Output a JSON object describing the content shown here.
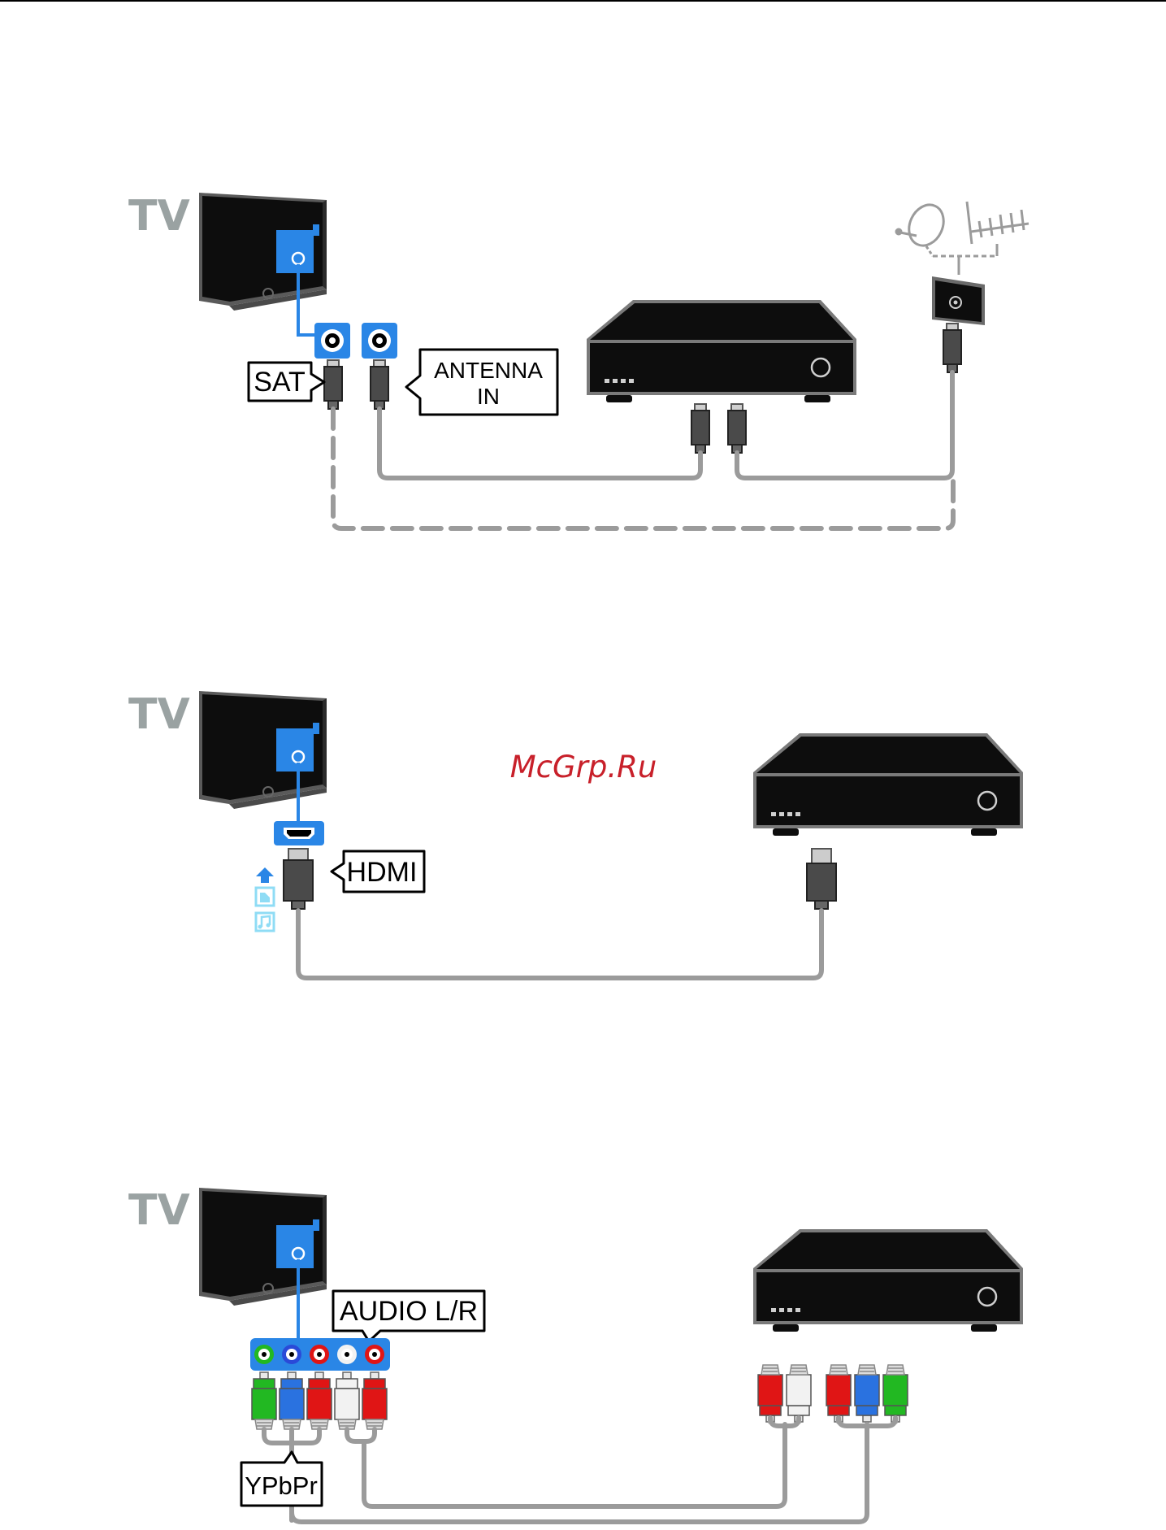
{
  "watermark": "McGrp.Ru",
  "colors": {
    "port_blue": "#2a86e6",
    "rca_green": "#22b822",
    "rca_blue": "#2a72e0",
    "rca_red": "#e01515",
    "rca_white": "#f2f2f2",
    "cable_gray": "#9b9b9b",
    "tv_label": "#9aa2a2",
    "device_black": "#0d0d0d"
  },
  "icons": [
    "tv-icon",
    "satellite-dish-icon",
    "antenna-icon",
    "wall-socket-icon",
    "set-top-box-icon",
    "hdmi-port-icon",
    "upload-arrow-icon",
    "video-icon",
    "music-icon",
    "rca-port-icon"
  ],
  "diagram1": {
    "tv_label": "TV",
    "sat_label": "SAT",
    "antenna_label_line1": "ANTENNA",
    "antenna_label_line2": "IN"
  },
  "diagram2": {
    "tv_label": "TV",
    "hdmi_label": "HDMI"
  },
  "diagram3": {
    "tv_label": "TV",
    "audio_label": "AUDIO L/R",
    "ypbpr_label": "YPbPr"
  }
}
